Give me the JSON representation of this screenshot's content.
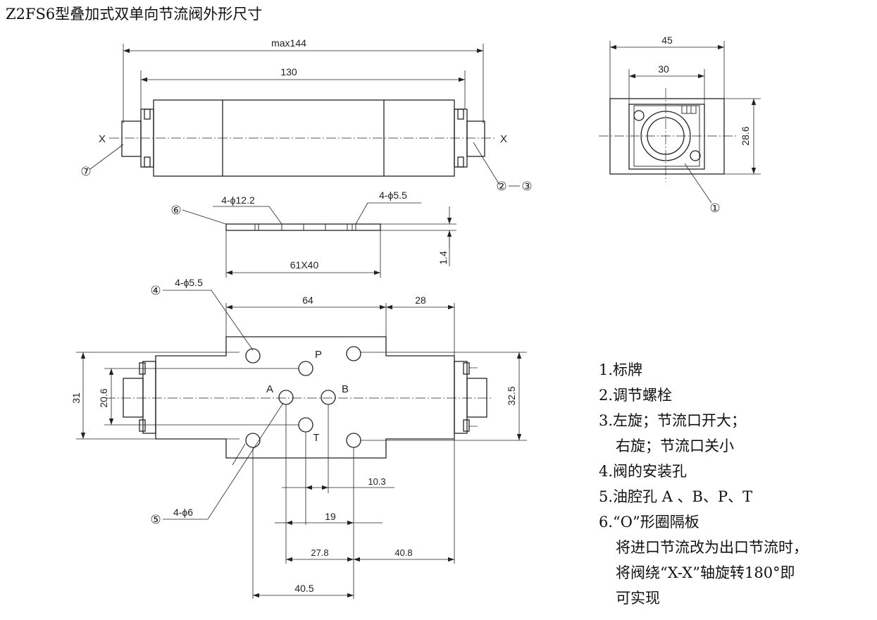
{
  "title": "Z2FS6型叠加式双单向节流阀外形尺寸",
  "dimensions": {
    "max_length": "max144",
    "length": "130",
    "end_width": "45",
    "end_inner": "30",
    "end_height": "28.6",
    "plate_bolt": "4-ϕ12.2",
    "plate_hole": "4-ϕ5.5",
    "plate_pitch": "61X40",
    "plate_thick": "1.4",
    "mount_hole": "4-ϕ5.5",
    "bottom_64": "64",
    "bottom_28": "28",
    "height_31": "31",
    "height_20_6": "20.6",
    "height_32_5": "32.5",
    "d_10_3": "10.3",
    "d_19": "19",
    "d_27_8": "27.8",
    "d_40_8": "40.8",
    "d_40_5": "40.5",
    "port_hole": "4-ϕ6"
  },
  "labels": {
    "axis_left": "X",
    "axis_right": "X",
    "port_p": "P",
    "port_a": "A",
    "port_b": "B",
    "port_t": "T",
    "c1": "①",
    "c2": "②",
    "c3": "③",
    "c4": "④",
    "c5": "⑤",
    "c6": "⑥",
    "c7": "⑦"
  },
  "legend": [
    "1.标牌",
    "2.调节螺栓",
    "3.左旋；节流口开大；",
    "右旋；节流口关小",
    "4.阀的安装孔",
    "5.油腔孔 A 、B、P、T",
    "6.“O”形圈隔板",
    "将进口节流改为出口节流时，",
    "将阀绕“X-X”轴旋转180°即",
    "可实现"
  ]
}
